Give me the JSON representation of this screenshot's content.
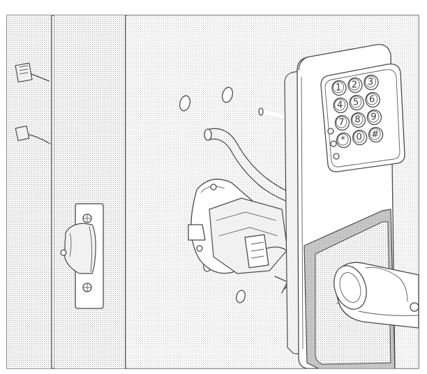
{
  "keypad": {
    "keys": [
      "1",
      "2",
      "3",
      "4",
      "5",
      "6",
      "7",
      "8",
      "9",
      "*",
      "0",
      "#"
    ]
  },
  "colors": {
    "line": "#4a4a4a",
    "stipple": "#bdbdbd",
    "background": "#ffffff"
  }
}
